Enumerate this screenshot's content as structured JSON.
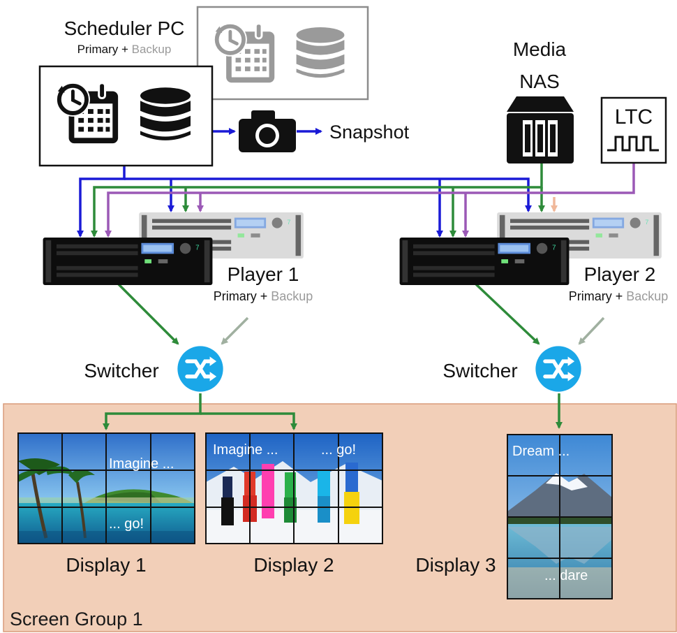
{
  "scheduler": {
    "title": "Scheduler PC",
    "primary_label": "Primary",
    "plus": " + ",
    "backup_label": "Backup",
    "clock_icon": "calendar-clock-icon",
    "db_icon": "database-icon"
  },
  "snapshot": {
    "label": "Snapshot",
    "icon": "camera-icon"
  },
  "media": {
    "line1": "Media",
    "line2": "NAS",
    "icon": "nas-icon"
  },
  "ltc": {
    "label": "LTC",
    "icon": "square-wave-icon"
  },
  "players": [
    {
      "name": "Player 1",
      "primary_label": "Primary",
      "plus": " + ",
      "backup_label": "Backup"
    },
    {
      "name": "Player 2",
      "primary_label": "Primary",
      "plus": " + ",
      "backup_label": "Backup"
    }
  ],
  "switchers": [
    {
      "label": "Switcher",
      "icon": "shuffle-icon"
    },
    {
      "label": "Switcher",
      "icon": "shuffle-icon"
    }
  ],
  "displays": [
    {
      "name": "Display 1",
      "captions": [
        "Imagine ...",
        "... go!"
      ],
      "scene": "tropical-island"
    },
    {
      "name": "Display 2",
      "captions": [
        "Imagine ...",
        "... go!"
      ],
      "scene": "skiers-jumping"
    },
    {
      "name": "Display 3",
      "captions": [
        "Dream ...",
        "... dare"
      ],
      "scene": "mountain-lake"
    }
  ],
  "screen_group": {
    "label": "Screen Group 1"
  },
  "colors": {
    "control_blue": "#1a1ad6",
    "media_green": "#2e8b3a",
    "ltc_purple": "#9b59b6",
    "backup_gray": "#9a9a9a",
    "switcher_blue": "#1aa7e8",
    "screen_group_bg": "#f2cfb8"
  }
}
